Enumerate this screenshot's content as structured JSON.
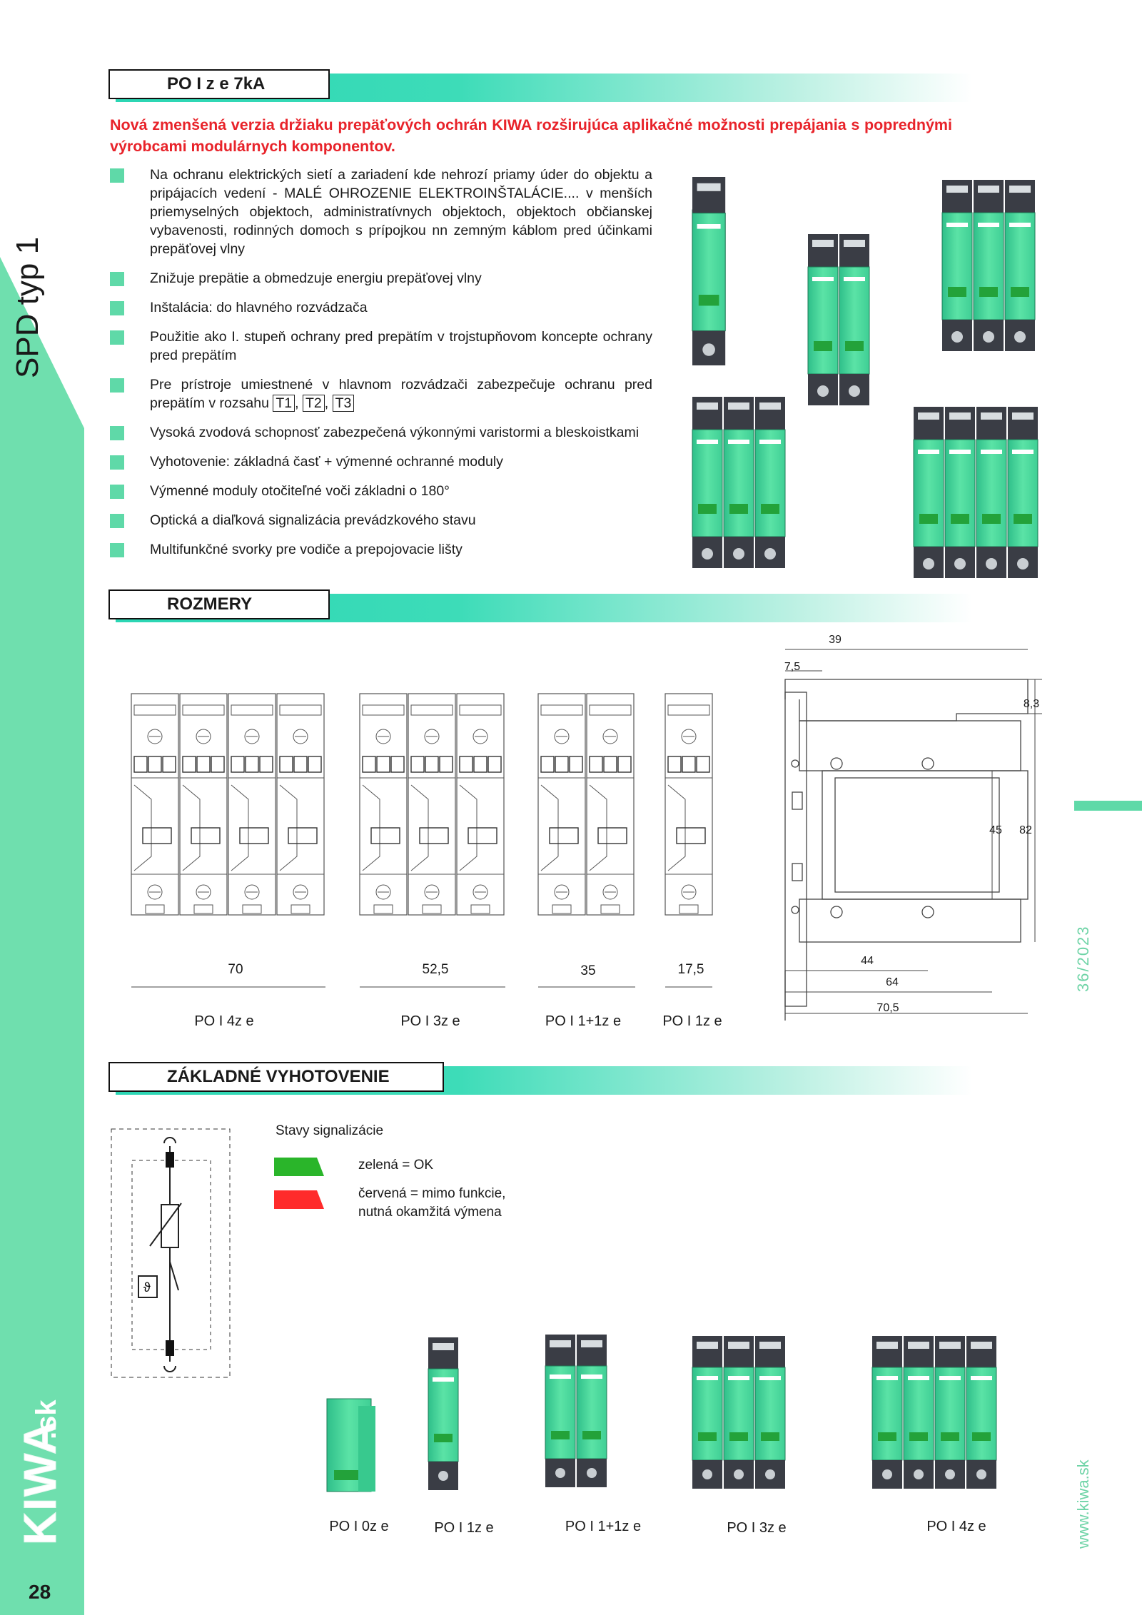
{
  "side": {
    "title": "SPD typ 1",
    "page_number": "28",
    "logo_text": "KIWA",
    "logo_suffix": "sk",
    "issue": "36/2023",
    "website": "www.kiwa.sk"
  },
  "colors": {
    "accent": "#5fd9a8",
    "red": "#e8232a",
    "green_signal": "#2ab52a",
    "red_signal": "#ff2b2b"
  },
  "section1": {
    "title": "PO I z e 7kA",
    "intro": "Nová zmenšená verzia držiaku prepäťových ochrán KIWA rozširujúca aplikačné možnosti prepájania s poprednými výrobcami modulárnych komponentov.",
    "bullets": [
      "Na ochranu elektrických sietí a zariadení kde nehrozí priamy úder do objektu a pripájacích vedení - MALÉ OHROZENIE ELEKTROINŠTALÁCIE.... v menších priemyselných objektoch, administratívnych objektoch, objektoch občianskej vybavenosti, rodinných domoch s prípojkou nn zemným káblom pred účinkami prepäťovej vlny",
      "Znižuje prepätie a obmedzuje energiu prepäťovej vlny",
      "Inštalácia: do hlavného rozvádzača",
      "Použitie ako I. stupeň ochrany pred prepätím v trojstupňovom koncepte ochrany pred prepätím"
    ],
    "bullet_types_pre": "Pre prístroje umiestnené v hlavnom rozvádzači zabezpečuje ochranu pred prepätím v rozsahu",
    "types": [
      "T1",
      "T2",
      "T3"
    ],
    "bullets_after": [
      "Vysoká zvodová schopnosť zabezpečená výkonnými varistormi a bleskoistkami",
      "Vyhotovenie:  základná časť + výmenné ochranné moduly",
      "Výmenné moduly otočiteľné voči základni o 180°",
      "Optická a diaľková signalizácia prevádzkového stavu",
      "Multifunkčné svorky pre vodiče a prepojovacie lišty"
    ]
  },
  "section2": {
    "title": "ROZMERY",
    "front_widths": [
      "70",
      "52,5",
      "35",
      "17,5"
    ],
    "front_labels": [
      "PO I 4z e",
      "PO I 3z e",
      "PO I 1+1z e",
      "PO I 1z e"
    ],
    "side_dims": [
      "39",
      "7,5",
      "8,3",
      "45",
      "82",
      "44",
      "64",
      "70,5"
    ]
  },
  "section3": {
    "title": "ZÁKLADNÉ VYHOTOVENIE",
    "legend_title": "Stavy signalizácie",
    "legend_green": "zelená = OK",
    "legend_red_1": "červená = mimo funkcie,",
    "legend_red_2": "nutná okamžitá výmena",
    "products": [
      "PO I 0z e",
      "PO I 1z e",
      "PO I 1+1z e",
      "PO I 3z e",
      "PO I 4z e"
    ]
  }
}
